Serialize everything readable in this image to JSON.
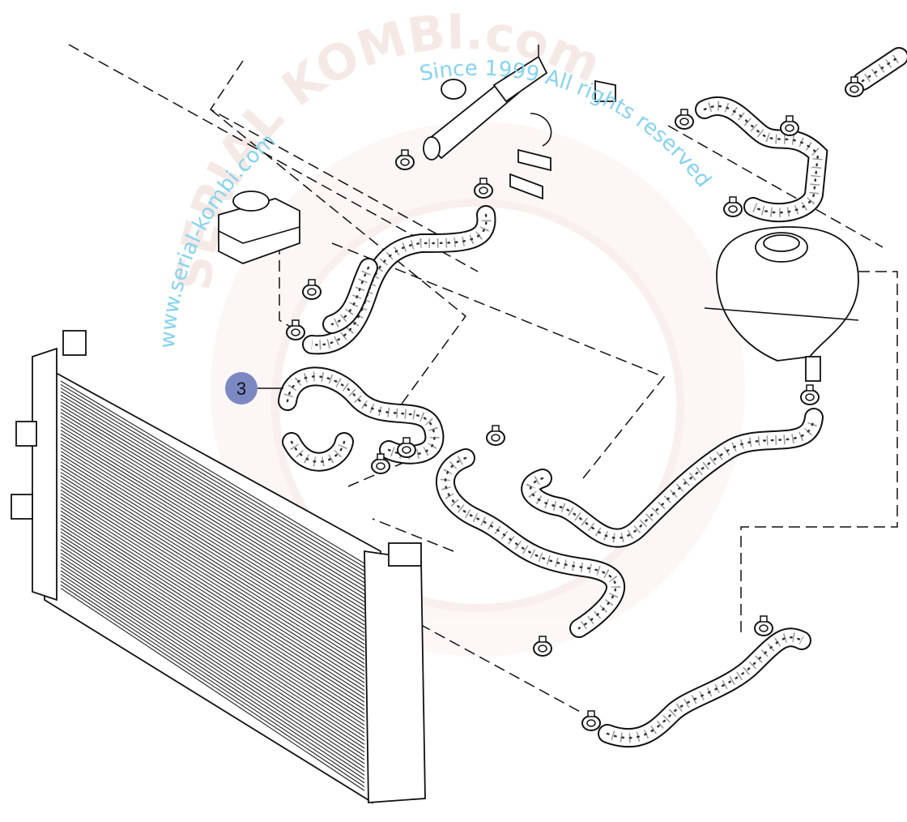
{
  "diagram": {
    "callouts": [
      {
        "label": "3",
        "color": "#7c88c2"
      }
    ],
    "watermark": {
      "url_text": "www.serial-kombi.com",
      "rights_text": "Since 1999 All rights reserved",
      "brand_text": "SERIAL KOMBI.com",
      "text_color": "#86d3f0"
    }
  }
}
